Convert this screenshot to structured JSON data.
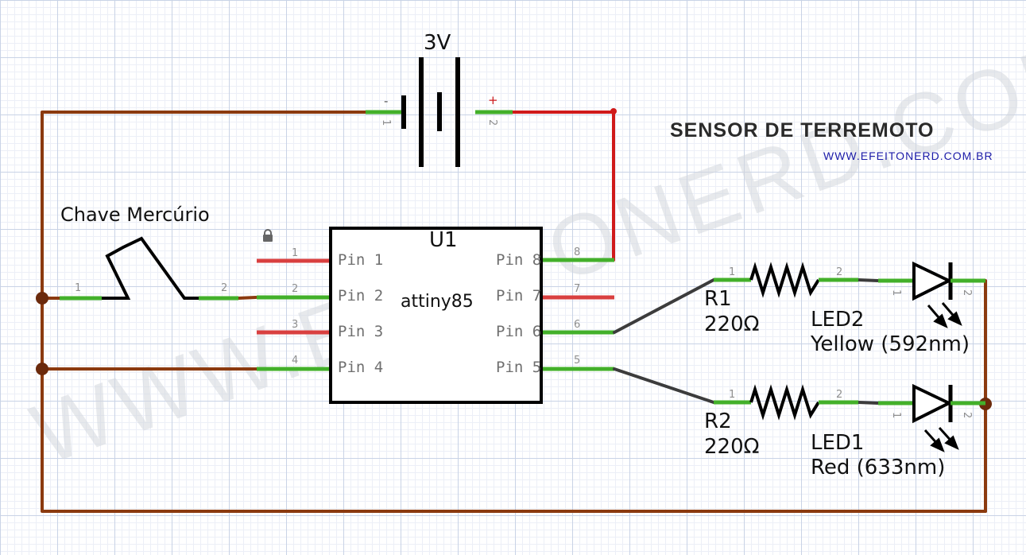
{
  "title": "SENSOR DE TERREMOTO",
  "website": "WWW.EFEITONERD.COM.BR",
  "watermark": "WWW.EFEITONERD.COM.BR",
  "colors": {
    "brown_wire": "#8b3a0f",
    "red_wire": "#d01a1a",
    "green_lead": "#43b02a",
    "red_lead": "#d94040",
    "gray_wire": "#3c3c3c",
    "junction": "#6b2a0c"
  },
  "battery": {
    "label": "3V",
    "minus": "-",
    "plus": "+",
    "pin1": "1",
    "pin2": "2"
  },
  "switch": {
    "label": "Chave Mercúrio",
    "pin1": "1",
    "pin2": "2",
    "lock_icon": "lock-icon"
  },
  "ic": {
    "ref": "U1",
    "part": "attiny85",
    "left_pins": [
      {
        "num": "1",
        "name": "Pin 1"
      },
      {
        "num": "2",
        "name": "Pin 2"
      },
      {
        "num": "3",
        "name": "Pin 3"
      },
      {
        "num": "4",
        "name": "Pin 4"
      }
    ],
    "right_pins": [
      {
        "num": "8",
        "name": "Pin 8"
      },
      {
        "num": "7",
        "name": "Pin 7"
      },
      {
        "num": "6",
        "name": "Pin 6"
      },
      {
        "num": "5",
        "name": "Pin 5"
      }
    ]
  },
  "r1": {
    "ref": "R1",
    "value": "220Ω",
    "pin1": "1",
    "pin2": "2"
  },
  "r2": {
    "ref": "R2",
    "value": "220Ω",
    "pin1": "1",
    "pin2": "2"
  },
  "led2": {
    "ref": "LED2",
    "desc": "Yellow (592nm)",
    "pin1": "1",
    "pin2": "2"
  },
  "led1": {
    "ref": "LED1",
    "desc": "Red (633nm)",
    "pin1": "1",
    "pin2": "2"
  }
}
